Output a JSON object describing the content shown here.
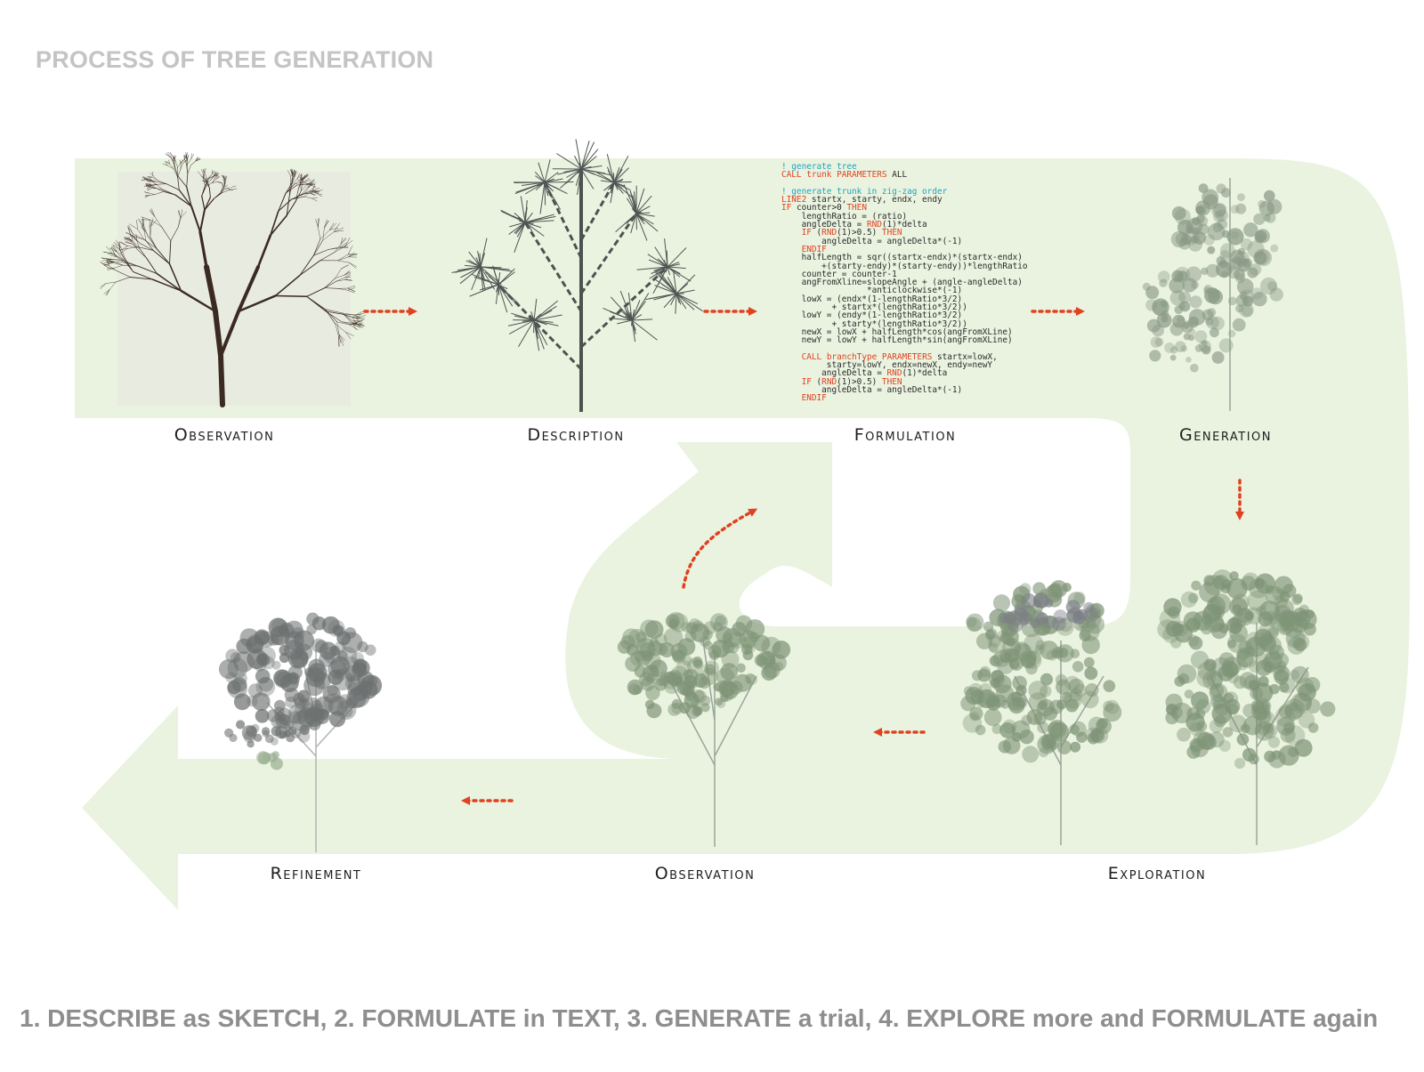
{
  "title": "PROCESS OF TREE GENERATION",
  "caption": "1. DESCRIBE as SKETCH,  2. FORMULATE in TEXT,  3. GENERATE a trial,  4. EXPLORE more and FORMULATE again",
  "stages": {
    "observation_top": "Observation",
    "description": "Description",
    "formulation": "Formulation",
    "generation": "Generation",
    "exploration": "Exploration",
    "observation_bottom": "Observation",
    "refinement": "Refinement"
  },
  "code_lines": [
    "! generate tree",
    "CALL trunk PARAMETERS ALL",
    "",
    "! generate trunk in zig-zag order",
    "LINE2 startx, starty, endx, endy",
    "IF counter>0 THEN",
    "    lengthRatio = (ratio)",
    "    angleDelta = RND(1)*delta",
    "    IF (RND(1)>0.5) THEN",
    "        angleDelta = angleDelta*(-1)",
    "    ENDIF",
    "    halfLength = sqr((startx-endx)*(startx-endx)",
    "        +(starty-endy)*(starty-endy))*lengthRatio",
    "    counter = counter-1",
    "    angFromXline=slopeAngle + (angle-angleDelta)",
    "                 *anticlockwise*(-1)",
    "    lowX = (endx*(1-lengthRatio*3/2)",
    "          + startx*(lengthRatio*3/2))",
    "    lowY = (endy*(1-lengthRatio*3/2)",
    "          + starty*(lengthRatio*3/2))",
    "    newX = lowX + halfLength*cos(angFromXLine)",
    "    newY = lowY + halfLength*sin(angFromXLine)",
    "",
    "    CALL branchType PARAMETERS startx=lowX,",
    "         starty=lowY, endx=newX, endy=newY",
    "        angleDelta = RND(1)*delta",
    "    IF (RND(1)>0.5) THEN",
    "        angleDelta = angleDelta*(-1)",
    "    ENDIF"
  ],
  "colors": {
    "flow_band": "#eaf3e0",
    "arrow_red": "#e0421f",
    "foliage": "#7f9477",
    "foliage_grey": "#6d7170",
    "bare_branches": "#3a2a22"
  }
}
